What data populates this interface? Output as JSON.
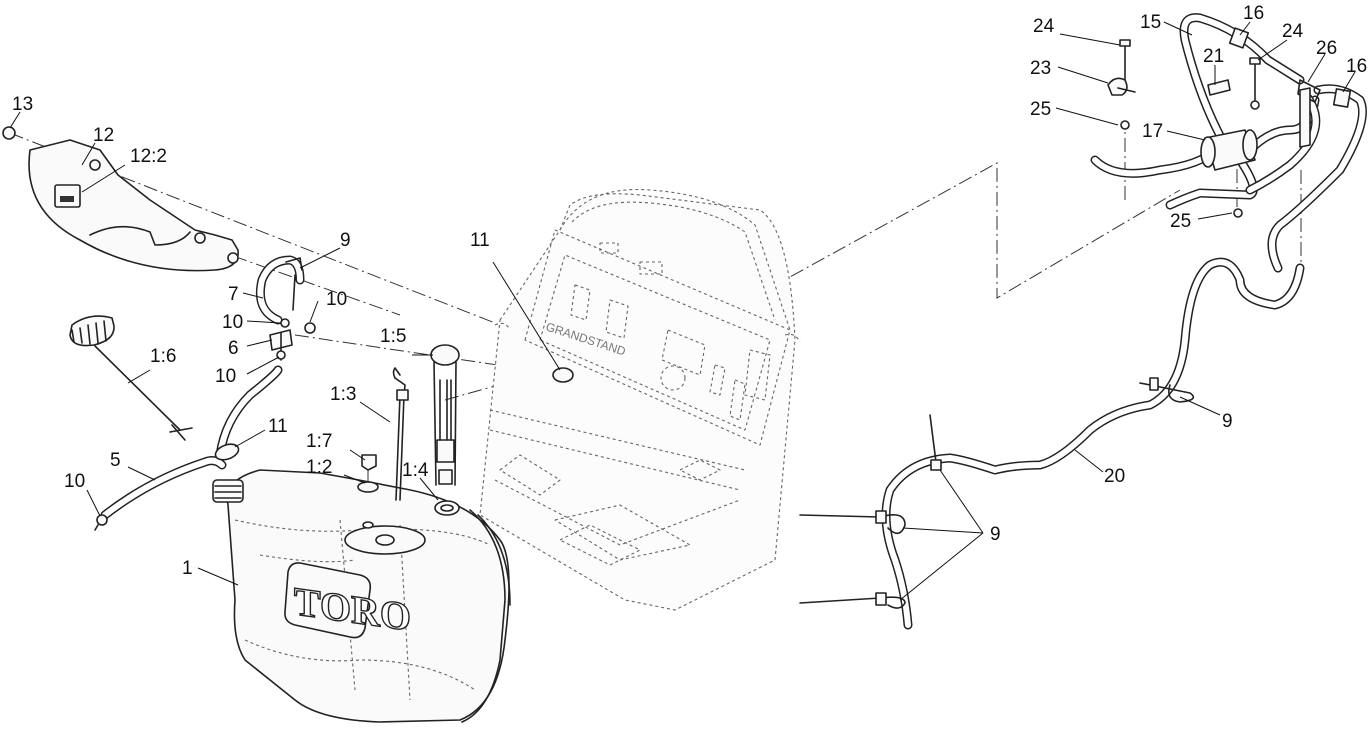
{
  "diagram": {
    "brand_text": "TORO",
    "panel_text": "GRANDSTAND",
    "callouts": [
      {
        "id": "c13",
        "text": "13"
      },
      {
        "id": "c12",
        "text": "12"
      },
      {
        "id": "c12_2",
        "text": "12:2"
      },
      {
        "id": "c9a",
        "text": "9"
      },
      {
        "id": "c7",
        "text": "7"
      },
      {
        "id": "c10a",
        "text": "10"
      },
      {
        "id": "c10b",
        "text": "10"
      },
      {
        "id": "c6",
        "text": "6"
      },
      {
        "id": "c10c",
        "text": "10"
      },
      {
        "id": "c1_6",
        "text": "1:6"
      },
      {
        "id": "c11a",
        "text": "11"
      },
      {
        "id": "c5",
        "text": "5"
      },
      {
        "id": "c10d",
        "text": "10"
      },
      {
        "id": "c1_5",
        "text": "1:5"
      },
      {
        "id": "c1_3",
        "text": "1:3"
      },
      {
        "id": "c1_7",
        "text": "1:7"
      },
      {
        "id": "c1_2",
        "text": "1:2"
      },
      {
        "id": "c1_4",
        "text": "1:4"
      },
      {
        "id": "c1",
        "text": "1"
      },
      {
        "id": "c11b",
        "text": "11"
      },
      {
        "id": "c24a",
        "text": "24"
      },
      {
        "id": "c15",
        "text": "15"
      },
      {
        "id": "c16a",
        "text": "16"
      },
      {
        "id": "c24b",
        "text": "24"
      },
      {
        "id": "c26",
        "text": "26"
      },
      {
        "id": "c16b",
        "text": "16"
      },
      {
        "id": "c21",
        "text": "21"
      },
      {
        "id": "c23",
        "text": "23"
      },
      {
        "id": "c25a",
        "text": "25"
      },
      {
        "id": "c17",
        "text": "17"
      },
      {
        "id": "c25b",
        "text": "25"
      },
      {
        "id": "c9b",
        "text": "9"
      },
      {
        "id": "c20",
        "text": "20"
      },
      {
        "id": "c9c",
        "text": "9"
      }
    ]
  }
}
